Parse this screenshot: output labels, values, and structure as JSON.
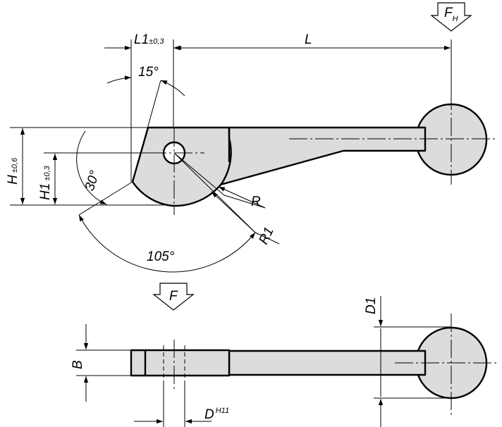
{
  "labels": {
    "L1": {
      "main": "L1",
      "tol": "±0,3"
    },
    "L": "L",
    "FH": {
      "main": "F",
      "sub": "H"
    },
    "angle15": "15°",
    "angle30": "30°",
    "angle105": "105°",
    "H": {
      "main": "H",
      "tol": "±0,6"
    },
    "H1": {
      "main": "H1",
      "tol": "±0,3"
    },
    "R": "R",
    "R1": "R1",
    "F": "F",
    "D1": "D1",
    "B": "B",
    "D": {
      "main": "D",
      "sup": "H11"
    }
  }
}
